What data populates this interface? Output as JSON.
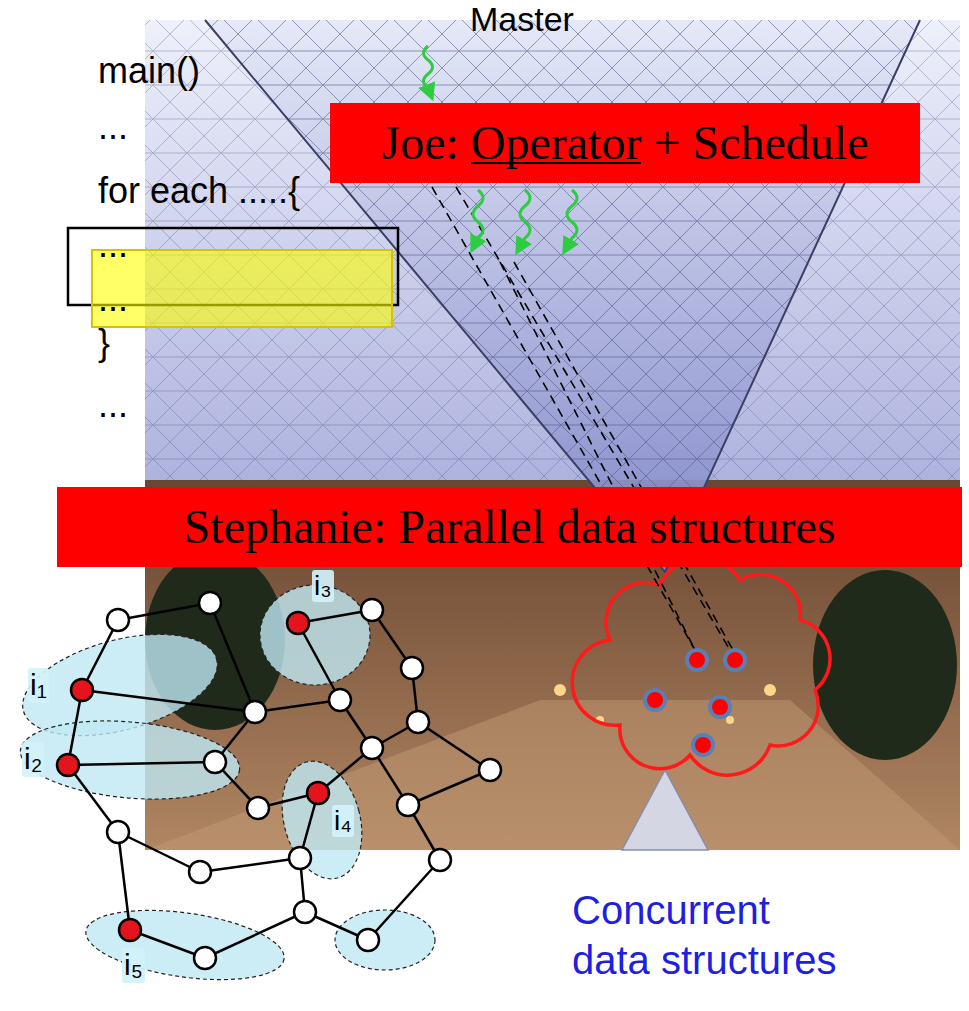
{
  "diagram": {
    "nodes": [
      {
        "text": [
          "Joe: Operator + Schedule"
        ]
      },
      {
        "text": [
          "Stephanie: Parallel data structures"
        ]
      }
    ],
    "labels": [
      "Master",
      "main()",
      "...",
      "for each .....{",
      "...",
      "...",
      "}",
      "...",
      "i₁",
      "i₂",
      "i₃",
      "i₄",
      "i₅",
      "Concurrent data structures"
    ]
  }
}
